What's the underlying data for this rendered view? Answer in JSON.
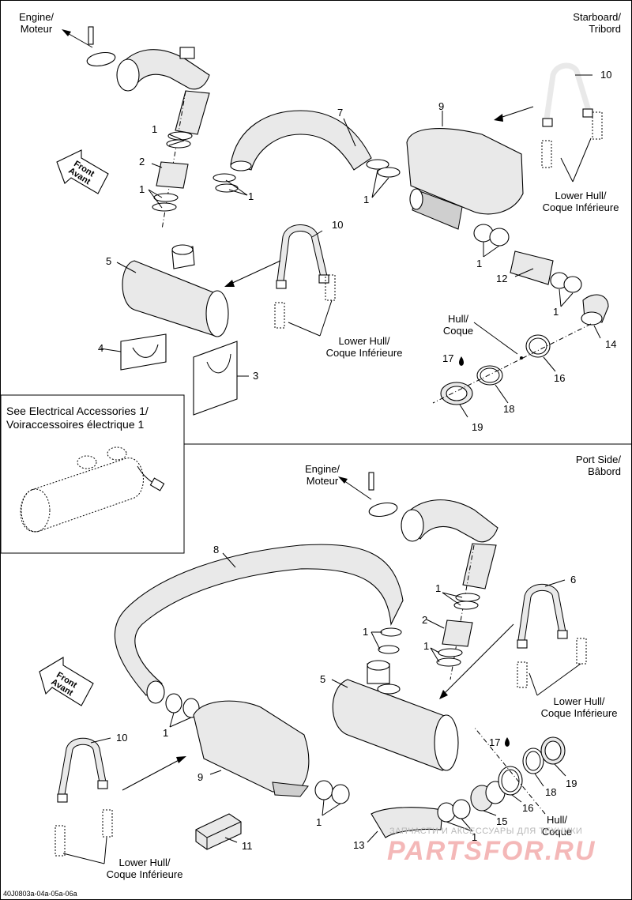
{
  "top": {
    "engine_label": "Engine/\nMoteur",
    "side_label": "Starboard/\nTribord",
    "front_label": "Front\nAvant",
    "lower_hull_label": "Lower Hull/\nCoque Inférieure",
    "hull_label": "Hull/\nCoque",
    "callouts": [
      "1",
      "1",
      "1",
      "1",
      "1",
      "1",
      "2",
      "3",
      "4",
      "5",
      "7",
      "9",
      "10",
      "10",
      "12",
      "14",
      "16",
      "17",
      "18",
      "19"
    ]
  },
  "inset": {
    "title": "See Electrical Accessories 1/\nVoiraccessoires électrique 1"
  },
  "bottom": {
    "engine_label": "Engine/\nMoteur",
    "side_label": "Port Side/\nBâbord",
    "front_label": "Front\nAvant",
    "lower_hull_label": "Lower Hull/\nCoque Inférieure",
    "hull_label": "Hull/\nCoque",
    "callouts": [
      "1",
      "1",
      "1",
      "1",
      "1",
      "1",
      "2",
      "5",
      "6",
      "8",
      "9",
      "10",
      "11",
      "13",
      "15",
      "16",
      "17",
      "18",
      "19"
    ]
  },
  "footer": {
    "code": "40J0803a-04a-05a-06a",
    "watermark_small": "ЗАПЧАСТИ И АКСЕССУАРЫ ДЛЯ ТЕХНИКИ",
    "watermark_big": "PARTSFOR.RU"
  }
}
